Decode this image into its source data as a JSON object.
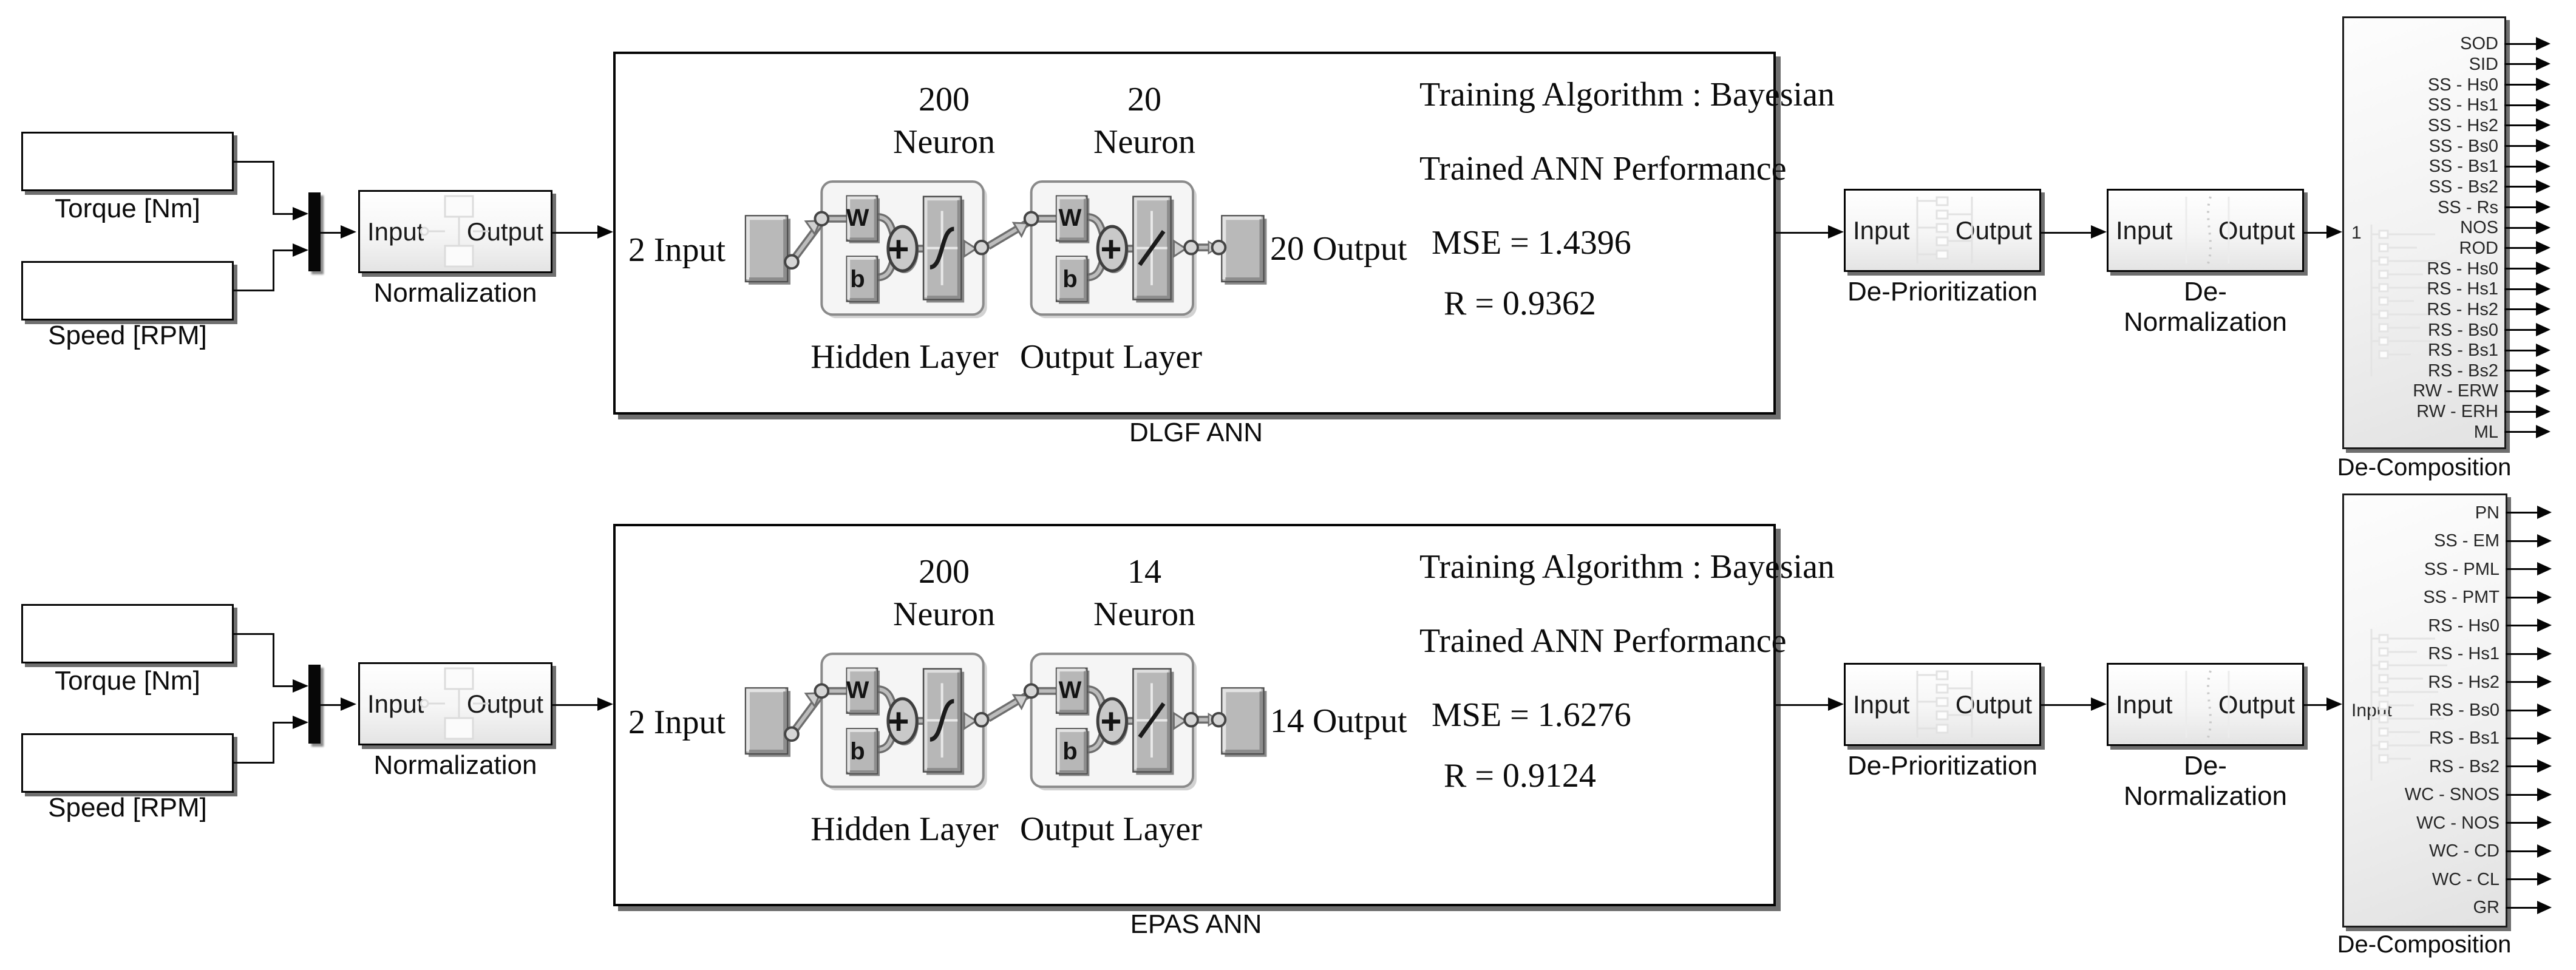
{
  "colors": {
    "wire": "#0d0d0d",
    "block_border": "#000000",
    "block_shadow": "#6f6f6f",
    "gray_element": "#b7b7b7"
  },
  "rows": [
    {
      "sources": {
        "torque_label": "Torque [Nm]",
        "speed_label": "Speed [RPM]"
      },
      "normalization": {
        "caption": "Normalization",
        "input_port": "Input",
        "output_port": "Output"
      },
      "ann": {
        "caption": "DLGF ANN",
        "input_label": "2 Input",
        "output_label": "20 Output",
        "hidden_neuron_count": "200",
        "hidden_neuron_word": "Neuron",
        "output_neuron_count": "20",
        "output_neuron_word": "Neuron",
        "hidden_layer_label": "Hidden Layer",
        "output_layer_label": "Output Layer",
        "weight_label": "W",
        "bias_label": "b",
        "sum_label": "+",
        "training_algorithm": "Training Algorithm : Bayesian",
        "performance_title": "Trained ANN Performance",
        "mse": "MSE = 1.4396",
        "r": "R = 0.9362"
      },
      "deprioritization": {
        "caption": "De-Prioritization",
        "input_port": "Input",
        "output_port": "Output"
      },
      "denormalization": {
        "caption": "De-Normalization",
        "input_port": "Input",
        "output_port": "Output"
      },
      "decomposition": {
        "caption": "De-Composition",
        "input_port": "1",
        "ports": [
          "SOD",
          "SID",
          "SS - Hs0",
          "SS - Hs1",
          "SS - Hs2",
          "SS - Bs0",
          "SS - Bs1",
          "SS - Bs2",
          "SS - Rs",
          "NOS",
          "ROD",
          "RS - Hs0",
          "RS - Hs1",
          "RS - Hs2",
          "RS - Bs0",
          "RS - Bs1",
          "RS - Bs2",
          "RW - ERW",
          "RW - ERH",
          "ML"
        ]
      }
    },
    {
      "sources": {
        "torque_label": "Torque [Nm]",
        "speed_label": "Speed [RPM]"
      },
      "normalization": {
        "caption": "Normalization",
        "input_port": "Input",
        "output_port": "Output"
      },
      "ann": {
        "caption": "EPAS ANN",
        "input_label": "2 Input",
        "output_label": "14 Output",
        "hidden_neuron_count": "200",
        "hidden_neuron_word": "Neuron",
        "output_neuron_count": "14",
        "output_neuron_word": "Neuron",
        "hidden_layer_label": "Hidden Layer",
        "output_layer_label": "Output Layer",
        "weight_label": "W",
        "bias_label": "b",
        "sum_label": "+",
        "training_algorithm": "Training Algorithm : Bayesian",
        "performance_title": "Trained ANN Performance",
        "mse": "MSE = 1.6276",
        "r": "R = 0.9124"
      },
      "deprioritization": {
        "caption": "De-Prioritization",
        "input_port": "Input",
        "output_port": "Output"
      },
      "denormalization": {
        "caption": "De-Normalization",
        "input_port": "Input",
        "output_port": "Output"
      },
      "decomposition": {
        "caption": "De-Composition",
        "input_port": "Input",
        "ports": [
          "PN",
          "SS - EM",
          "SS - PML",
          "SS - PMT",
          "RS - Hs0",
          "RS - Hs1",
          "RS - Hs2",
          "RS - Bs0",
          "RS - Bs1",
          "RS - Bs2",
          "WC - SNOS",
          "WC - NOS",
          "WC - CD",
          "WC - CL",
          "GR"
        ]
      }
    }
  ]
}
